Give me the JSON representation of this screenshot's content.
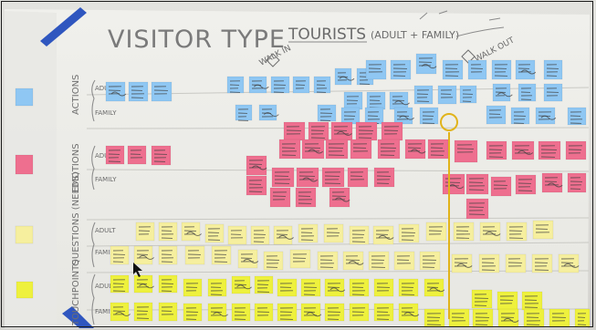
{
  "board": {
    "title_main": "VISITOR TYPE",
    "title_sub": "TOURISTS",
    "title_extra": "(ADULT + FAMILY)",
    "walk_in": "WALK IN",
    "walk_out": "WALK OUT",
    "rows": [
      {
        "label": "ACTIONS",
        "sublabels": [
          "ADULT",
          "FAMILY"
        ]
      },
      {
        "label": "EMOTIONS",
        "sublabels": [
          "ADULT",
          "FAMILY"
        ]
      },
      {
        "label": "QUESTIONS (NEEDS)",
        "sublabels": [
          "ADULT",
          "FAMILY"
        ]
      },
      {
        "label": "TOUCHPOINTS",
        "sublabels": [
          "ADULT",
          "FAMILY"
        ]
      }
    ]
  },
  "colors": {
    "blue": "#8fc7f3",
    "pink": "#ee6f8f",
    "yellow_light": "#f6ef9e",
    "yellow_bright": "#eef13d",
    "tape": "#2f56bf",
    "guide": "#e1b31a"
  }
}
